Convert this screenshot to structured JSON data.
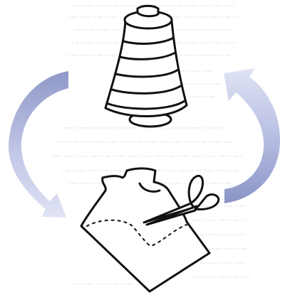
{
  "diagram": {
    "nodes": [
      {
        "id": "thread-spool",
        "icon": "thread-spool-icon"
      },
      {
        "id": "cutting-fabric",
        "icon": "fabric-scissors-icon"
      }
    ],
    "cycle_arrows": [
      {
        "from": "thread-spool",
        "to": "cutting-fabric",
        "side": "left",
        "icon": "curved-arrow-icon"
      },
      {
        "from": "cutting-fabric",
        "to": "thread-spool",
        "side": "right",
        "icon": "curved-arrow-icon"
      }
    ],
    "colors": {
      "arrow_dark": "#8f98c8",
      "arrow_light": "#dfe3f4",
      "ink": "#111111",
      "background": "#ffffff",
      "ghost_text": "#ececec"
    }
  }
}
